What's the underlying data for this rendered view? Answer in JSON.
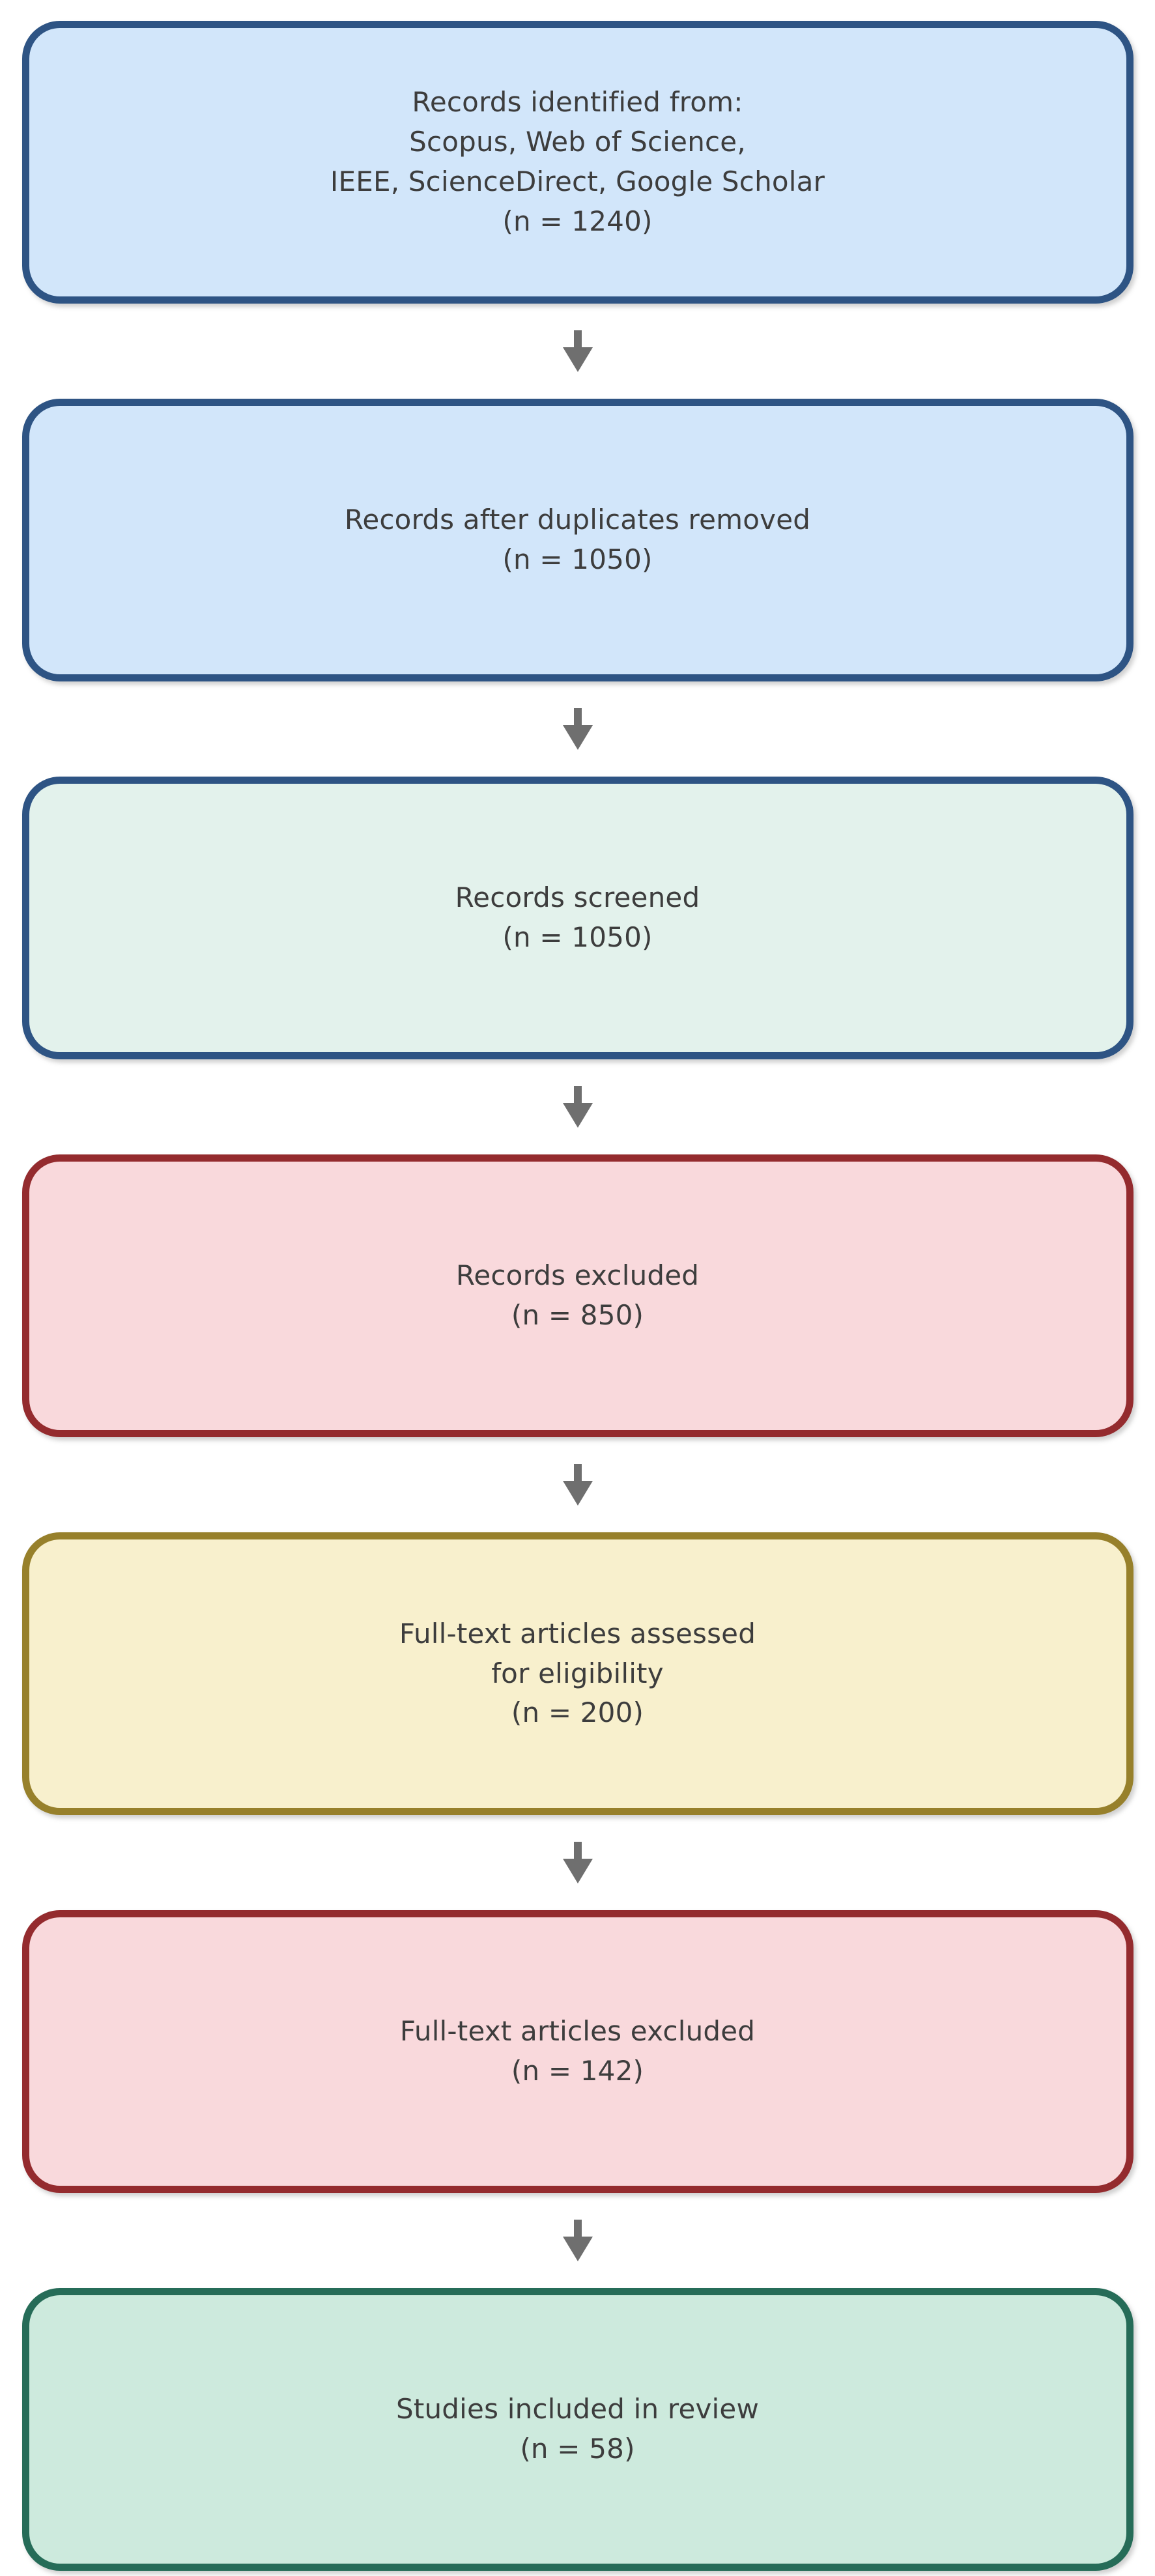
{
  "page": {
    "background": "#ffffff"
  },
  "diagram": {
    "kind": "flowchart",
    "text_color": "#3d3d3d",
    "arrows": {
      "count": 6,
      "direction": "down",
      "color": "#6f6f6f"
    },
    "nodes": [
      {
        "name": "records-identified",
        "text": "Records identified from:\nScopus, Web of Science,\nIEEE, ScienceDirect, Google Scholar\n(n = 1240)",
        "n": 1240,
        "fill": "#d2e6fa",
        "border": "#2e5484"
      },
      {
        "name": "records-after-duplicates-removed",
        "text": "Records after duplicates removed\n(n = 1050)",
        "n": 1050,
        "fill": "#d2e6fa",
        "border": "#2e5484"
      },
      {
        "name": "records-screened",
        "text": "Records screened\n(n = 1050)",
        "n": 1050,
        "fill": "#e3f2ec",
        "border": "#2e5484"
      },
      {
        "name": "records-excluded",
        "text": "Records excluded\n(n = 850)",
        "n": 850,
        "fill": "#f9d9dc",
        "border": "#942b2e"
      },
      {
        "name": "full-text-articles-assessed",
        "text": "Full-text articles assessed\nfor eligibility\n(n = 200)",
        "n": 200,
        "fill": "#f8f0cd",
        "border": "#97802b"
      },
      {
        "name": "full-text-articles-excluded",
        "text": "Full-text articles excluded\n(n = 142)",
        "n": 142,
        "fill": "#f9d9dc",
        "border": "#942b2e"
      },
      {
        "name": "studies-included-in-review",
        "text": "Studies included in review\n(n = 58)",
        "n": 58,
        "fill": "#cdeadd",
        "border": "#266c58"
      }
    ]
  }
}
